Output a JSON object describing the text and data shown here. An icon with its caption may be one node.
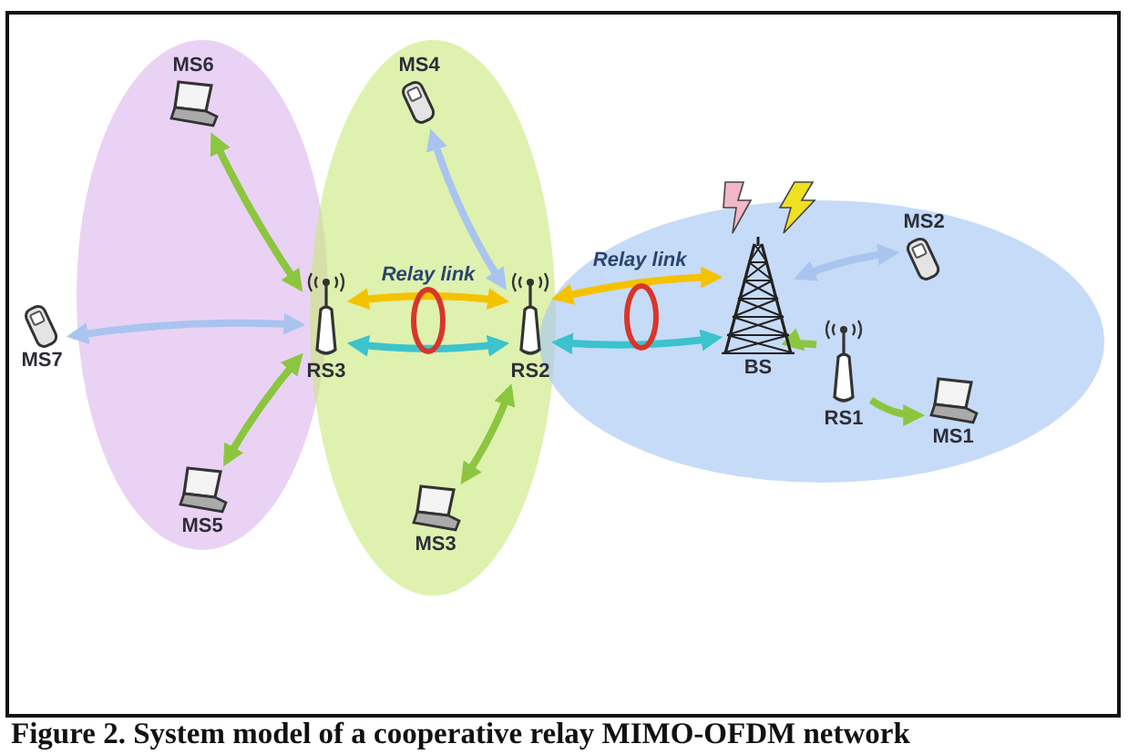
{
  "diagram": {
    "caption": "Figure 2. System model of a cooperative relay MIMO-OFDM network",
    "nodes": [
      {
        "text": [],
        "shape": "ellipse"
      },
      {
        "text": [],
        "shape": "ellipse"
      },
      {
        "text": [],
        "shape": "ellipse"
      },
      {
        "text": [
          "MS6"
        ],
        "in": 0
      },
      {
        "text": [
          "MS4"
        ],
        "in": 1
      },
      {
        "text": [
          "MS7"
        ]
      },
      {
        "text": [
          "RS3"
        ],
        "in": 1
      },
      {
        "text": [
          "RS2"
        ],
        "in": 1
      },
      {
        "text": [
          "BS"
        ],
        "in": 2
      },
      {
        "text": [
          "MS2"
        ],
        "in": 2
      },
      {
        "text": [
          "RS1"
        ],
        "in": 2
      },
      {
        "text": [
          "MS1"
        ],
        "in": 2
      },
      {
        "text": [
          "MS5"
        ],
        "in": 0
      },
      {
        "text": [
          "MS3"
        ],
        "in": 1
      }
    ],
    "edges": [
      {
        "from": 3,
        "to": 6,
        "arrow": "both"
      },
      {
        "from": 4,
        "to": 7,
        "arrow": "both",
        "color": "#a9c4ee"
      },
      {
        "from": 5,
        "to": 6,
        "arrow": "both",
        "color": "#a9c4ee"
      },
      {
        "from": 12,
        "to": 6,
        "arrow": "both"
      },
      {
        "from": 13,
        "to": 7,
        "arrow": "both"
      },
      {
        "from": 6,
        "to": 7,
        "arrow": "both",
        "label": "Relay link",
        "color": "#f5c200"
      },
      {
        "from": 6,
        "to": 7,
        "arrow": "both",
        "color": "#3cc3cc"
      },
      {
        "from": 7,
        "to": 8,
        "arrow": "both",
        "label": "Relay link",
        "color": "#f5c200"
      },
      {
        "from": 7,
        "to": 8,
        "arrow": "both",
        "color": "#3cc3cc"
      },
      {
        "from": 8,
        "to": 9,
        "arrow": "both",
        "color": "#a9c4ee"
      },
      {
        "from": 10,
        "to": 8,
        "arrow": "to"
      },
      {
        "from": 10,
        "to": 11,
        "arrow": "to"
      }
    ]
  }
}
